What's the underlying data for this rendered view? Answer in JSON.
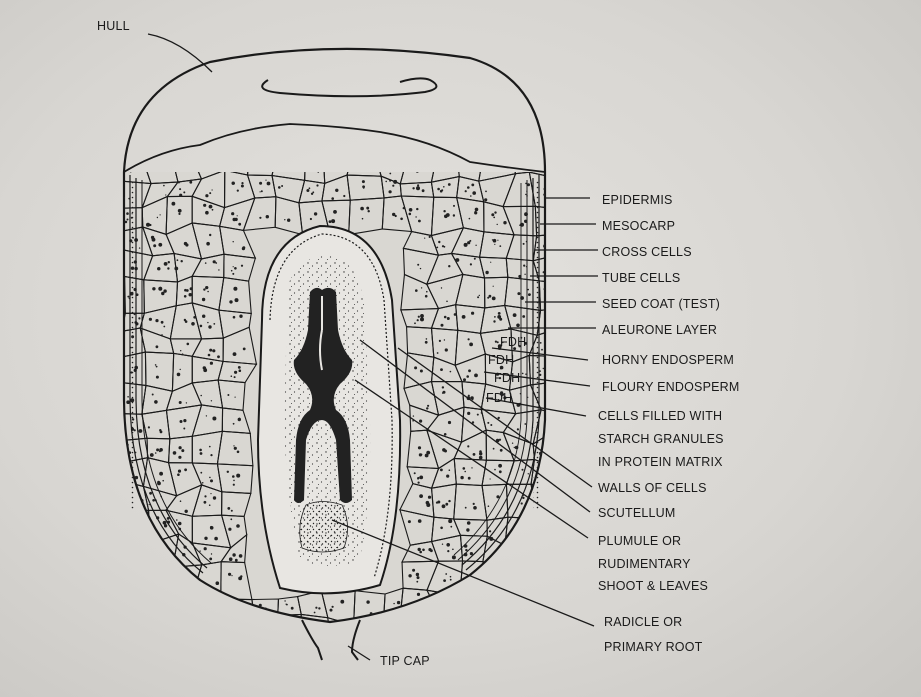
{
  "labels": {
    "hull": "HULL",
    "tip_cap": "TIP CAP",
    "epidermis": "EPIDERMIS",
    "mesocarp": "MESOCARP",
    "cross_cells": "CROSS CELLS",
    "tube_cells": "TUBE CELLS",
    "seed_coat": "SEED COAT (TEST)",
    "aleurone": "ALEURONE LAYER",
    "horny_endosperm": "HORNY ENDOSPERM",
    "floury_endosperm": "FLOURY ENDOSPERM",
    "cells_filled_1": "CELLS FILLED WITH",
    "cells_filled_2": "STARCH GRANULES",
    "cells_filled_3": "IN PROTEIN MATRIX",
    "walls_of_cells": "WALLS OF CELLS",
    "scutellum": "SCUTELLUM",
    "plumule_1": "PLUMULE OR",
    "plumule_2": "RUDIMENTARY",
    "plumule_3": "SHOOT & LEAVES",
    "radicle_1": "RADICLE OR",
    "radicle_2": "PRIMARY ROOT",
    "fdh": "FDH"
  },
  "colors": {
    "ink": "#1a1a1a",
    "paper": "#e4e2de",
    "endosperm_fill": "#d9d7d2",
    "germ_fill": "#e8e6e2",
    "embryo": "#222222"
  }
}
